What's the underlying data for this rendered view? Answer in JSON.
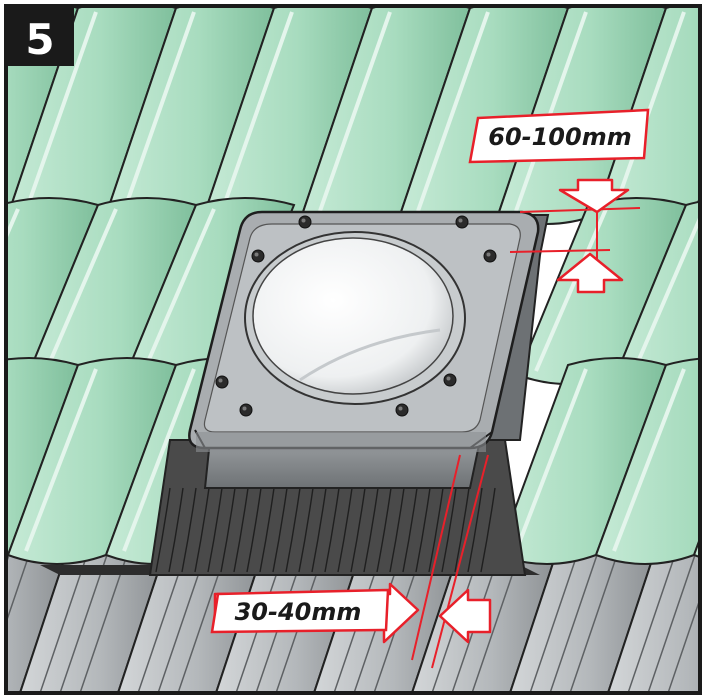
{
  "step_number": "5",
  "dimensions": {
    "top": "60-100mm",
    "bottom": "30-40mm"
  },
  "colors": {
    "tile_green": "#a8dcbf",
    "tile_green_dark": "#7fbf9c",
    "tile_grey": "#b4b8bb",
    "tile_grey_dark": "#8c9093",
    "flashing": "#4a4a4a",
    "dimension_red": "#e8202a",
    "frame": "#1a1a1a"
  }
}
